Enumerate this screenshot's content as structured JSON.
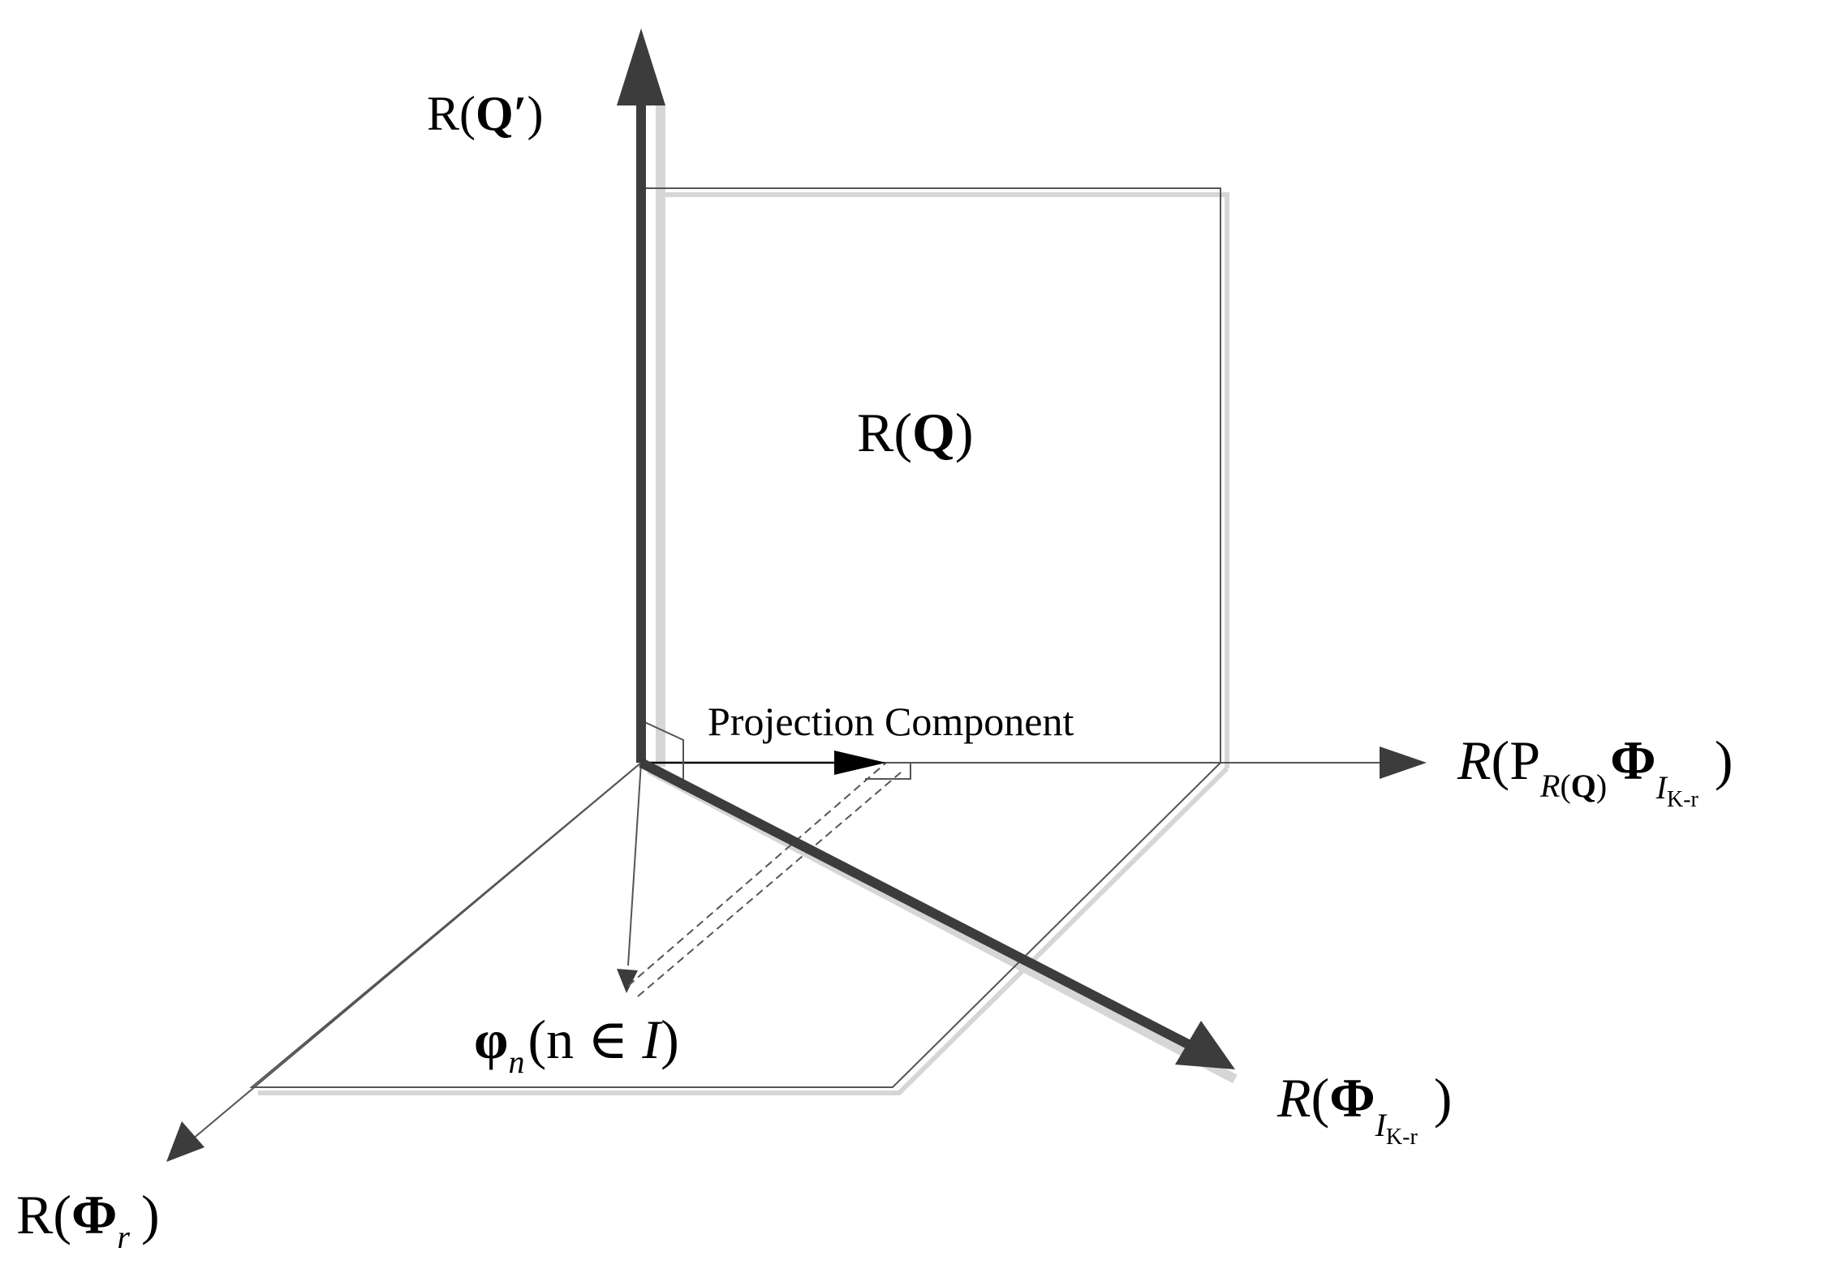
{
  "colors": {
    "axis": "#3c3c3c",
    "thin_line": "#555555",
    "shadow": "#d6d6d6",
    "text": "#000000"
  },
  "labels": {
    "q_prime": {
      "pre": "R(",
      "main": "Q′",
      "post": ")"
    },
    "rq": {
      "pre": "R(",
      "main": "Q",
      "post": ")"
    },
    "projection_component": "Projection Component",
    "proj_axis": {
      "r": "R",
      "open": "(",
      "p": "P",
      "sub_r": "R",
      "sub_open": "(",
      "sub_q": "Q",
      "sub_close": ")",
      "phi": "Φ",
      "sub_i": "I",
      "sub_kr": "K-r",
      "close": ")"
    },
    "phi_ikr": {
      "r": "R",
      "open": "(",
      "phi": "Φ",
      "sub_i": "I",
      "sub_kr": "K-r",
      "close": ")"
    },
    "phi_r": {
      "pre": "R(",
      "phi": "Φ",
      "sub": "r",
      "post": ")"
    },
    "phi_n": {
      "phi": "φ",
      "sub": "n",
      "open": "(n ∈ ",
      "set": "I",
      "close": ")"
    }
  }
}
